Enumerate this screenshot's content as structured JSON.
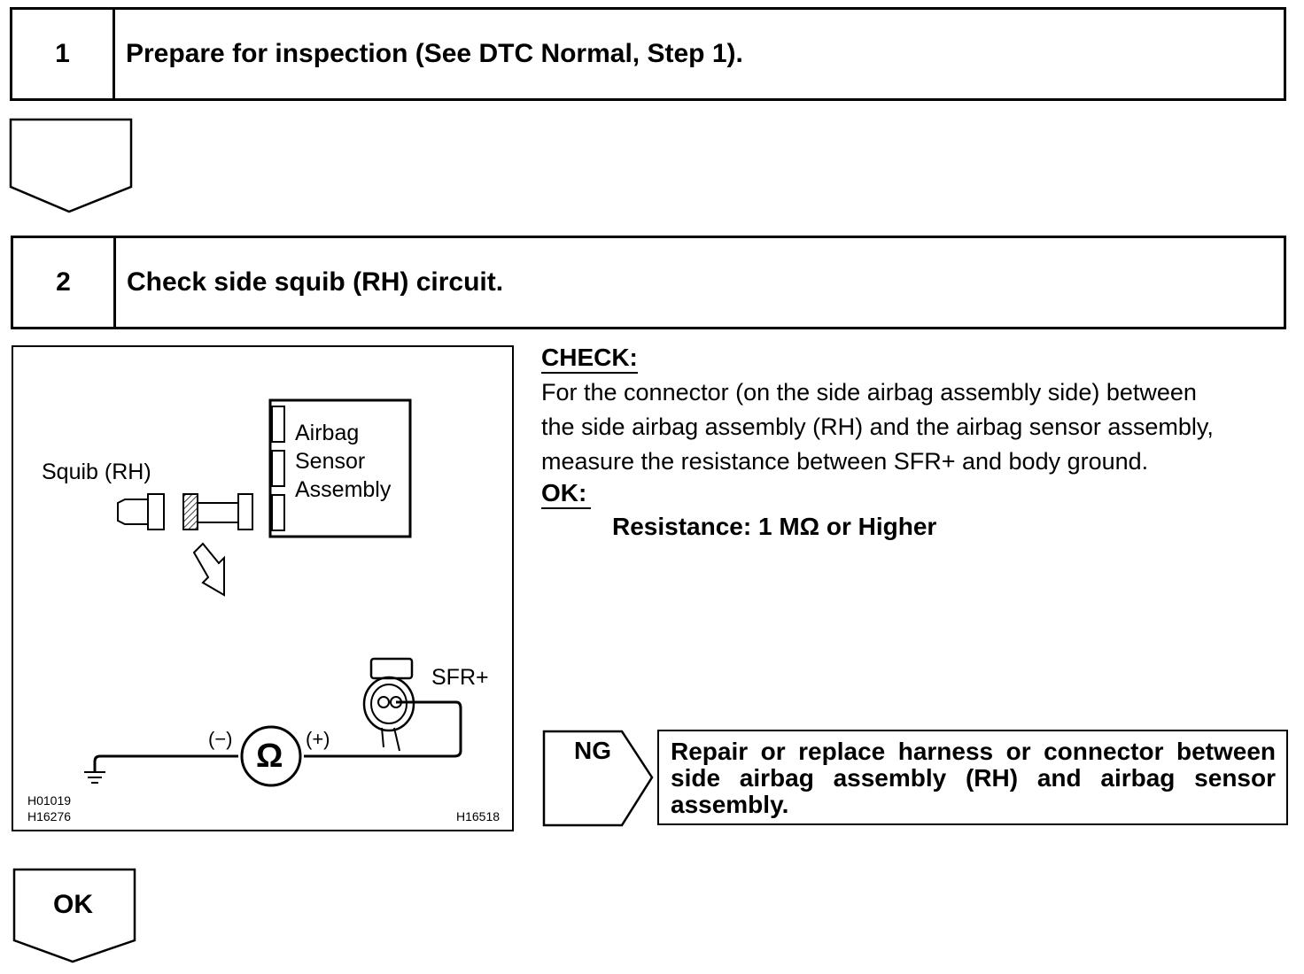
{
  "step1": {
    "number": "1",
    "title": "Prepare for inspection (See DTC Normal, Step 1)."
  },
  "step2": {
    "number": "2",
    "title": "Check side squib (RH) circuit."
  },
  "figure": {
    "squib_label": "Squib (RH)",
    "sensor_label_1": "Airbag",
    "sensor_label_2": "Sensor",
    "sensor_label_3": "Assembly",
    "terminal_label": "SFR+",
    "minus_label": "(−)",
    "plus_label": "(+)",
    "ohm_symbol": "Ω",
    "code_1": "H01019",
    "code_2": "H16276",
    "code_3": "H16518"
  },
  "check": {
    "heading": "CHECK:",
    "line_1": "For the connector (on the side airbag assembly side) between",
    "line_2": "the side airbag assembly (RH) and the airbag sensor assembly,",
    "line_3": "measure the resistance between SFR+ and body ground.",
    "ok_heading": "OK:",
    "spec": "Resistance: 1 MΩ or Higher"
  },
  "ng": {
    "label": "NG",
    "text": "Repair or replace harness or connector between side airbag assembly (RH) and airbag sensor assembly."
  },
  "ok": {
    "label": "OK"
  }
}
